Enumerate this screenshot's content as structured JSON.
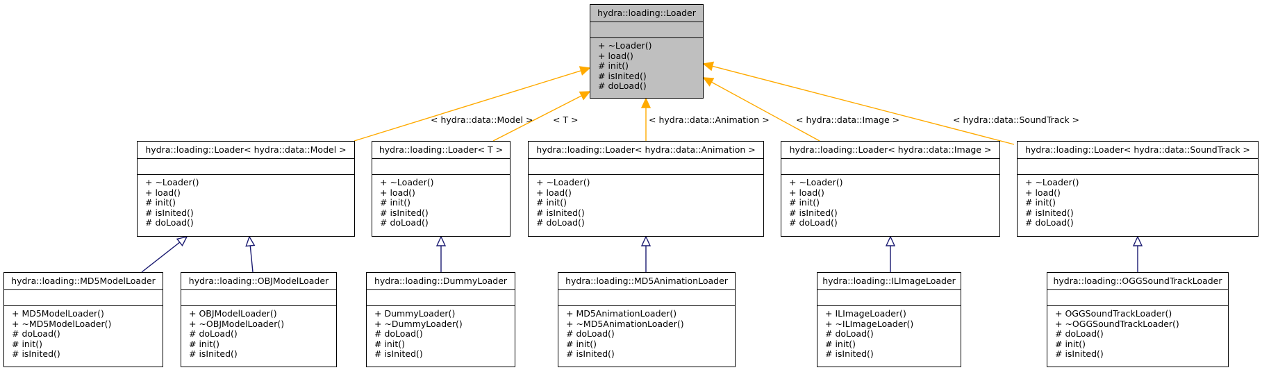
{
  "root": {
    "name": "hydra::loading::Loader",
    "ops": [
      "+ ~Loader()",
      "+ load()",
      "# init()",
      "# isInited()",
      "# doLoad()"
    ]
  },
  "specializations": [
    {
      "name": "hydra::loading::Loader< hydra::data::Model >",
      "edge_label": "< hydra::data::Model >",
      "ops": [
        "+ ~Loader()",
        "+ load()",
        "# init()",
        "# isInited()",
        "# doLoad()"
      ]
    },
    {
      "name": "hydra::loading::Loader< T >",
      "edge_label": "< T >",
      "ops": [
        "+ ~Loader()",
        "+ load()",
        "# init()",
        "# isInited()",
        "# doLoad()"
      ]
    },
    {
      "name": "hydra::loading::Loader< hydra::data::Animation >",
      "edge_label": "< hydra::data::Animation >",
      "ops": [
        "+ ~Loader()",
        "+ load()",
        "# init()",
        "# isInited()",
        "# doLoad()"
      ]
    },
    {
      "name": "hydra::loading::Loader< hydra::data::Image >",
      "edge_label": "< hydra::data::Image >",
      "ops": [
        "+ ~Loader()",
        "+ load()",
        "# init()",
        "# isInited()",
        "# doLoad()"
      ]
    },
    {
      "name": "hydra::loading::Loader< hydra::data::SoundTrack >",
      "edge_label": "< hydra::data::SoundTrack >",
      "ops": [
        "+ ~Loader()",
        "+ load()",
        "# init()",
        "# isInited()",
        "# doLoad()"
      ]
    }
  ],
  "leaves": [
    {
      "name": "hydra::loading::MD5ModelLoader",
      "ops": [
        "+ MD5ModelLoader()",
        "+ ~MD5ModelLoader()",
        "# doLoad()",
        "# init()",
        "# isInited()"
      ]
    },
    {
      "name": "hydra::loading::OBJModelLoader",
      "ops": [
        "+ OBJModelLoader()",
        "+ ~OBJModelLoader()",
        "# doLoad()",
        "# init()",
        "# isInited()"
      ]
    },
    {
      "name": "hydra::loading::DummyLoader",
      "ops": [
        "+ DummyLoader()",
        "+ ~DummyLoader()",
        "# doLoad()",
        "# init()",
        "# isInited()"
      ]
    },
    {
      "name": "hydra::loading::MD5AnimationLoader",
      "ops": [
        "+ MD5AnimationLoader()",
        "+ ~MD5AnimationLoader()",
        "# doLoad()",
        "# init()",
        "# isInited()"
      ]
    },
    {
      "name": "hydra::loading::ILImageLoader",
      "ops": [
        "+ ILImageLoader()",
        "+ ~ILImageLoader()",
        "# doLoad()",
        "# init()",
        "# isInited()"
      ]
    },
    {
      "name": "hydra::loading::OGGSoundTrackLoader",
      "ops": [
        "+ OGGSoundTrackLoader()",
        "+ ~OGGSoundTrackLoader()",
        "# doLoad()",
        "# init()",
        "# isInited()"
      ]
    }
  ],
  "colors": {
    "template_edge": "#ffaa00",
    "inherit_edge": "#191970",
    "root_fill": "#bfbfbf"
  }
}
